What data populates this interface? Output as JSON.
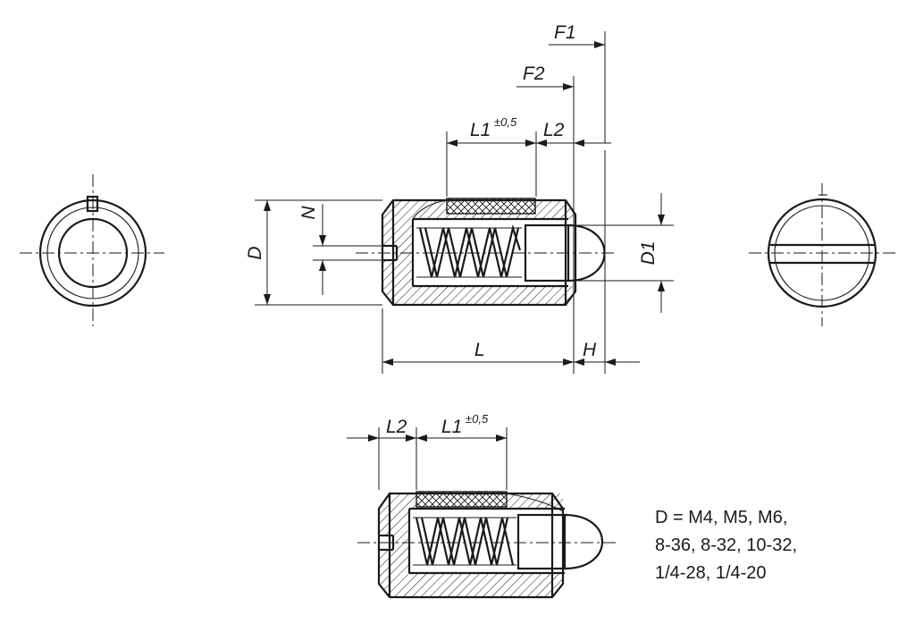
{
  "labels": {
    "F1": "F1",
    "F2": "F2",
    "L1": "L1",
    "tolerance": "±0,5",
    "L2": "L2",
    "N": "N",
    "D": "D",
    "D1": "D1",
    "L": "L",
    "H": "H"
  },
  "spec_lines": [
    "D = M4, M5, M6,",
    "8-36, 8-32, 10-32,",
    "1/4-28, 1/4-20"
  ]
}
